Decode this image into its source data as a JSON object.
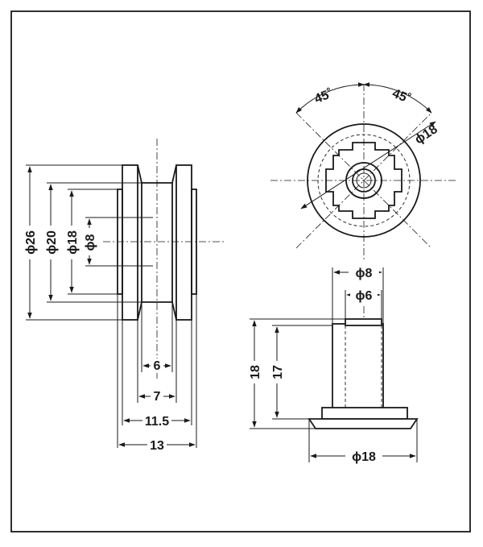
{
  "dimensions": {
    "side_dia_26": "ϕ26",
    "side_dia_20": "ϕ20",
    "side_dia_18": "ϕ18",
    "side_dia_8": "ϕ8",
    "width_6": "6",
    "width_7": "7",
    "width_11_5": "11.5",
    "width_13": "13",
    "angle_left": "45˚",
    "angle_right": "45˚",
    "front_dia_18": "ϕ18",
    "axle_dia_8": "ϕ8",
    "axle_dia_6": "ϕ6",
    "axle_height_18": "18",
    "axle_height_17": "17",
    "flange_dia_18": "ϕ18"
  },
  "colors": {
    "ink": "#1a1a1a",
    "paper": "#ffffff"
  }
}
